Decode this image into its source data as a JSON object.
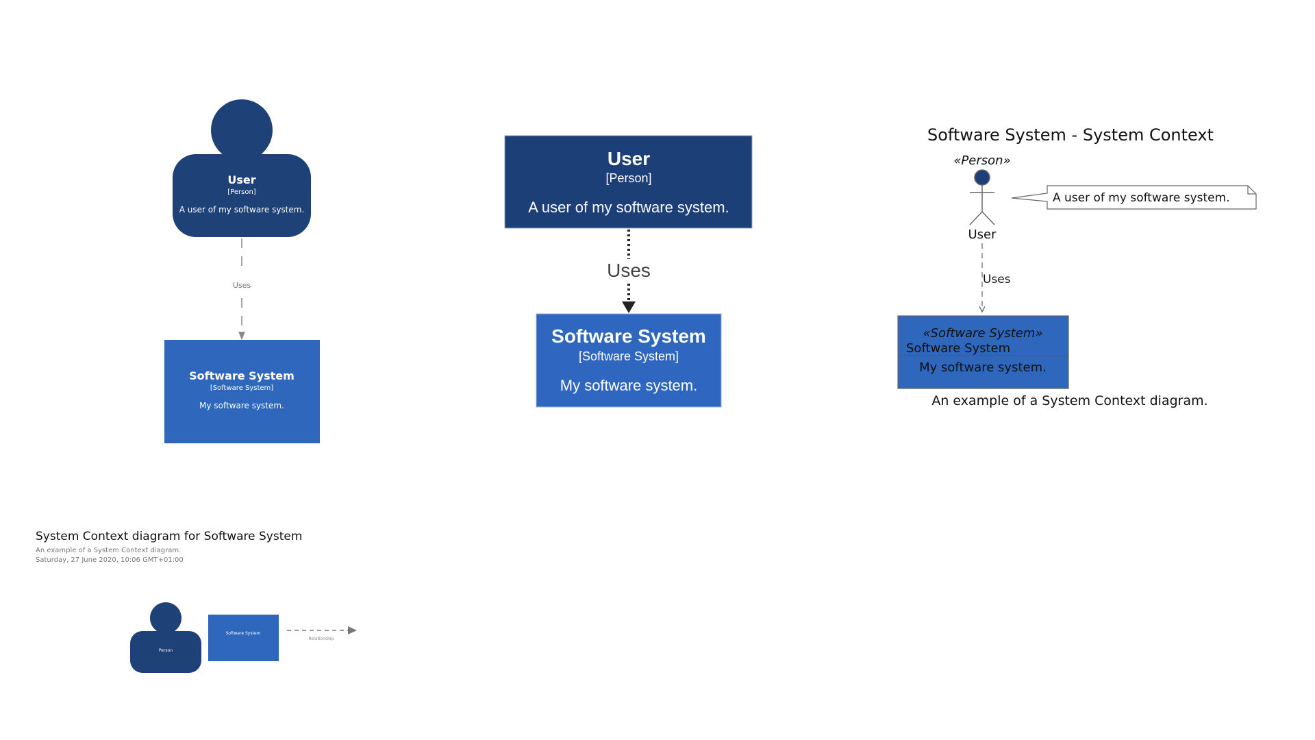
{
  "colors": {
    "person_fill": "#1e4177",
    "system_fill": "#2f67bd",
    "person_fill_dark": "#1d3f78",
    "system_fill_alt": "#2e66c0",
    "text_light": "#ffffff",
    "relationship_line": "#888888",
    "dark_text": "#1a1a1a"
  },
  "panel_structurizr": {
    "person": {
      "name": "User",
      "type": "[Person]",
      "description": "A user of my software system."
    },
    "relationship": {
      "label": "Uses"
    },
    "system": {
      "name": "Software System",
      "type": "[Software System]",
      "description": "My software system."
    }
  },
  "panel_graphviz": {
    "person": {
      "name": "User",
      "type": "[Person]",
      "description": "A user of my software system."
    },
    "relationship": {
      "label": "Uses"
    },
    "system": {
      "name": "Software System",
      "type": "[Software System]",
      "description": "My software system."
    }
  },
  "panel_plantuml": {
    "title": "Software System - System Context",
    "actor": {
      "stereotype": "«Person»",
      "name": "User"
    },
    "note": "A user of my software system.",
    "relationship": {
      "label": "Uses"
    },
    "system": {
      "stereotype": "«Software System»",
      "name": "Software System",
      "description": "My software system."
    },
    "caption": "An example of a System Context diagram."
  },
  "key": {
    "title": "System Context diagram for Software System",
    "description": "An example of a System Context diagram.",
    "timestamp": "Saturday, 27 June 2020, 10:06 GMT+01:00",
    "person_label": "Person",
    "system_label": "Software System",
    "relationship_label": "Relationship"
  }
}
